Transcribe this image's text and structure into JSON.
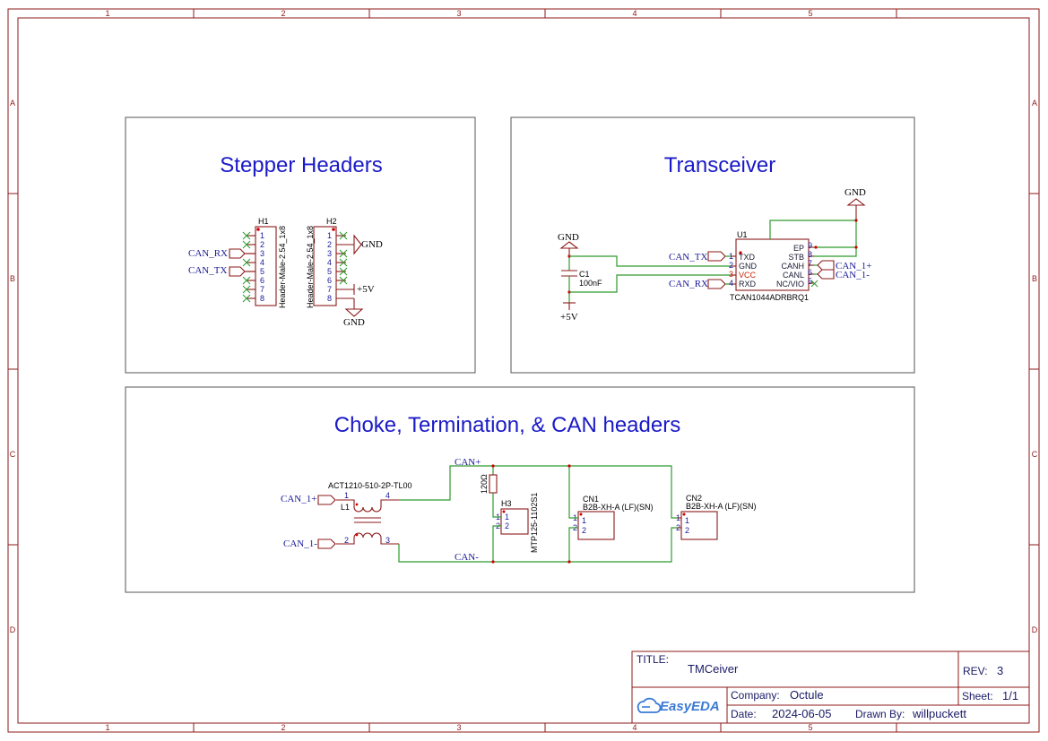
{
  "zones": {
    "columns": [
      "1",
      "2",
      "3",
      "4",
      "5"
    ],
    "rows": [
      "A",
      "B",
      "C",
      "D"
    ]
  },
  "sections": {
    "stepper": "Stepper Headers",
    "transceiver": "Transceiver",
    "choke": "Choke, Termination, & CAN headers"
  },
  "stepper": {
    "h1_ref": "H1",
    "h1_value": "Header-Male-2.54_1x8",
    "h2_ref": "H2",
    "h2_value": "Header-Male-2.54_1x8",
    "pins": [
      "1",
      "2",
      "3",
      "4",
      "5",
      "6",
      "7",
      "8"
    ],
    "net_can_rx": "CAN_RX",
    "net_can_tx": "CAN_TX",
    "gnd_a": "GND",
    "gnd_b": "GND",
    "vcc": "+5V"
  },
  "transceiver": {
    "u1_ref": "U1",
    "u1_value": "TCAN1044ADRBRQ1",
    "left_pins": [
      {
        "num": "1",
        "name": "TXD"
      },
      {
        "num": "2",
        "name": "GND"
      },
      {
        "num": "3",
        "name": "VCC"
      },
      {
        "num": "4",
        "name": "RXD"
      }
    ],
    "right_pins": [
      {
        "num": "9",
        "name": "EP"
      },
      {
        "num": "8",
        "name": "STB"
      },
      {
        "num": "7",
        "name": "CANH"
      },
      {
        "num": "6",
        "name": "CANL"
      },
      {
        "num": "5",
        "name": "NC/VIO"
      }
    ],
    "c1_ref": "C1",
    "c1_value": "100nF",
    "gnd_left": "GND",
    "gnd_right": "GND",
    "vcc": "+5V",
    "net_can_tx": "CAN_TX",
    "net_can_rx": "CAN_RX",
    "net_can1p": "CAN_1+",
    "net_can1n": "CAN_1-"
  },
  "choke": {
    "l1_ref": "L1",
    "l1_value": "ACT1210-510-2P-TL00",
    "l1_pins": [
      "1",
      "2",
      "3",
      "4"
    ],
    "net_can1p": "CAN_1+",
    "net_can1n": "CAN_1-",
    "net_canp": "CAN+",
    "net_cann": "CAN-",
    "r_value": "120Ω",
    "h3_ref": "H3",
    "h3_value": "MTP125-1102S1",
    "cn1_ref": "CN1",
    "cn1_value": "B2B-XH-A (LF)(SN)",
    "cn2_ref": "CN2",
    "cn2_value": "B2B-XH-A (LF)(SN)",
    "two_pins": [
      "1",
      "2"
    ]
  },
  "title_block": {
    "title_label": "TITLE:",
    "title": "TMCeiver",
    "rev_label": "REV:",
    "rev": "3",
    "logo": "EasyEDA",
    "company_label": "Company:",
    "company": "Octule",
    "sheet_label": "Sheet:",
    "sheet": "1/1",
    "date_label": "Date:",
    "date": "2024-06-05",
    "drawn_label": "Drawn By:",
    "drawn_by": "willpuckett"
  }
}
